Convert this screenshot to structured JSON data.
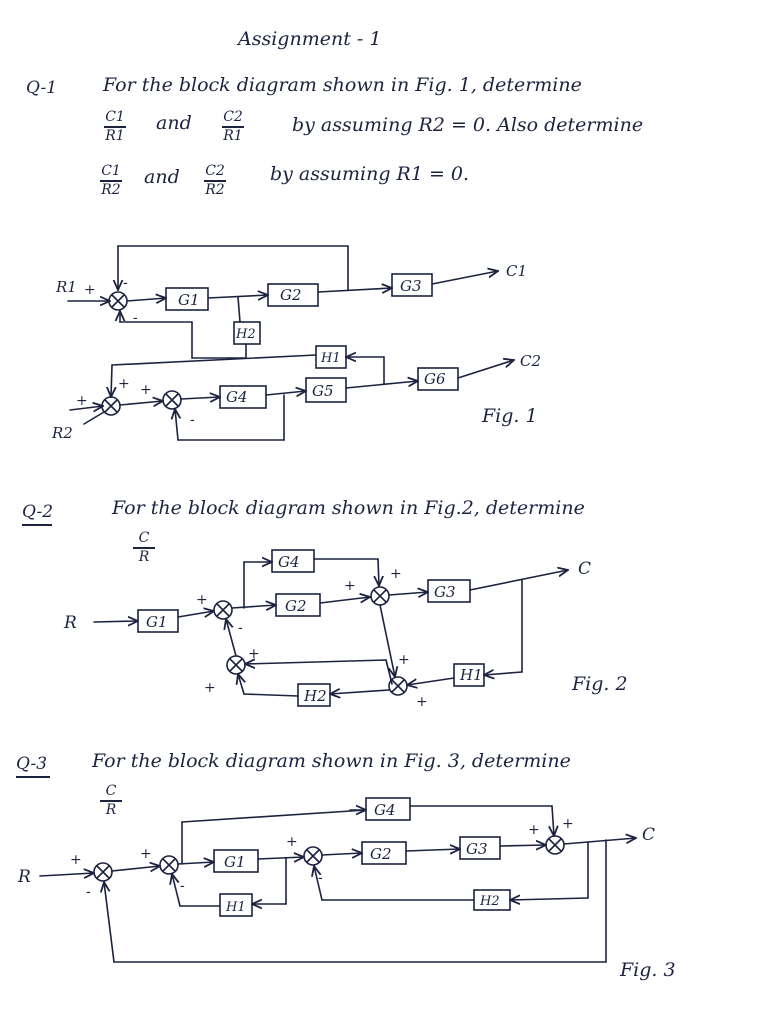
{
  "title": "Assignment - 1",
  "q1": {
    "label": "Q-1",
    "line1": "For the block diagram shown in Fig. 1, determine",
    "frac_a": {
      "num": "C1",
      "den": "R1"
    },
    "and1": "and",
    "frac_b": {
      "num": "C2",
      "den": "R1"
    },
    "line2_rest": "by assuming R2 = 0.  Also determine",
    "frac_c": {
      "num": "C1",
      "den": "R2"
    },
    "and2": "and",
    "frac_d": {
      "num": "C2",
      "den": "R2"
    },
    "line3_rest": "by assuming R1 = 0.",
    "fig": "Fig. 1",
    "blocks": {
      "g1": "G1",
      "g2": "G2",
      "g3": "G3",
      "h2": "H2",
      "h1": "H1",
      "g4": "G4",
      "g5": "G5",
      "g6": "G6"
    },
    "signals": {
      "r1": "R1",
      "r2": "R2",
      "c1": "C1",
      "c2": "C2"
    }
  },
  "q2": {
    "label": "Q-2",
    "line1": "For the block diagram shown in Fig.2, determine",
    "frac": {
      "num": "C",
      "den": "R"
    },
    "fig": "Fig. 2",
    "blocks": {
      "g1": "G1",
      "g2": "G2",
      "g3": "G3",
      "g4": "G4",
      "h1": "H1",
      "h2": "H2"
    },
    "signals": {
      "r": "R",
      "c": "C"
    }
  },
  "q3": {
    "label": "Q-3",
    "line1": "For the block diagram shown in Fig. 3, determine",
    "frac": {
      "num": "C",
      "den": "R"
    },
    "fig": "Fig. 3",
    "blocks": {
      "g1": "G1",
      "g2": "G2",
      "g3": "G3",
      "g4": "G4",
      "h1": "H1",
      "h2": "H2"
    },
    "signals": {
      "r": "R",
      "c": "C"
    }
  }
}
